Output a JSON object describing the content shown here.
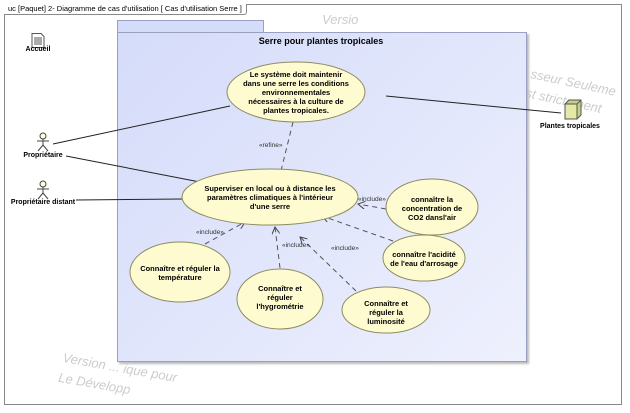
{
  "frame_title": "uc [Paquet] 2- Diagramme de cas d'utilisation [ Cas d'utilisation Serre ]",
  "system": {
    "title": "Serre pour plantes tropicales"
  },
  "accueil": "Accueil",
  "actors": {
    "proprietaire": "Propriétaire",
    "distant": "Propriétaire distant"
  },
  "node": "Plantes tropicales",
  "use_cases": {
    "main": "Le système doit maintenir dans une serre les conditions environnementales nécessaires à la culture de plantes tropicales.",
    "superviser": "Superviser en local ou à distance les paramètres climatiques à l'intérieur d'une serre",
    "co2": "connaître la concentration de CO2 dansl'air",
    "acidite": "connaître l'acidité de l'eau d'arrosage",
    "temperature": "Connaître et réguler la température",
    "hygrometrie": "Connaître et réguler l'hygrométrie",
    "luminosite": "Connaître et réguler la luminosité"
  },
  "stereotypes": {
    "refine": "«refine»",
    "include1": "«include»",
    "include2": "«include»",
    "include3": "«include»",
    "include4": "«include»"
  },
  "watermarks": [
    "Versio",
    "sseur Seuleme",
    "st strictement",
    "Version ... ique pour",
    "Le Développ"
  ]
}
